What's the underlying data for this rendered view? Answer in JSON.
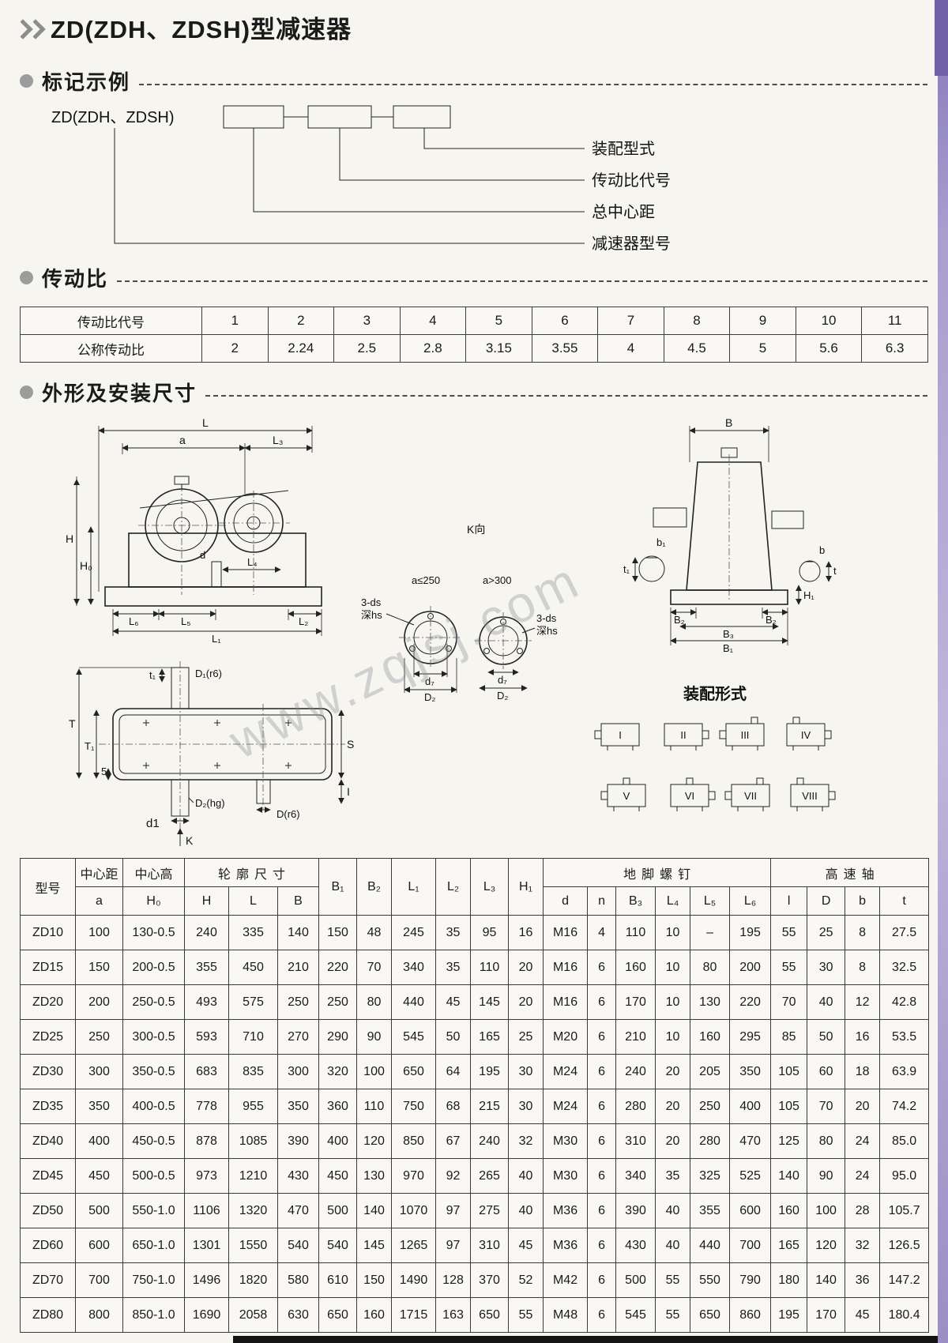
{
  "page": {
    "title": "ZD(ZDH、ZDSH)型减速器"
  },
  "sections": {
    "marking": "标记示例",
    "ratio": "传动比",
    "dimensions": "外形及安装尺寸"
  },
  "marking": {
    "model_text": "ZD(ZDH、ZDSH)",
    "callout_assembly": "装配型式",
    "callout_ratio_code": "传动比代号",
    "callout_center_distance": "总中心距",
    "callout_model": "减速器型号"
  },
  "ratio_table": {
    "row1_label": "传动比代号",
    "row2_label": "公称传动比",
    "codes": [
      "1",
      "2",
      "3",
      "4",
      "5",
      "6",
      "7",
      "8",
      "9",
      "10",
      "11"
    ],
    "values": [
      "2",
      "2.24",
      "2.5",
      "2.8",
      "3.15",
      "3.55",
      "4",
      "4.5",
      "5",
      "5.6",
      "6.3"
    ]
  },
  "drawings": {
    "front": {
      "L": "L",
      "a": "a",
      "L3": "L₃",
      "H": "H",
      "H0": "H₀",
      "d": "d",
      "L4": "L₄",
      "L6": "L₆",
      "L5": "L₅",
      "L2": "L₂",
      "L1": "L₁"
    },
    "side": {
      "B": "B",
      "b1": "b₁",
      "t1": "t₁",
      "b": "b",
      "t": "t",
      "H1": "H₁",
      "B2": "B₂",
      "B3": "B₃",
      "B1": "B₁"
    },
    "k": {
      "title": "K向",
      "cond1": "a≤250",
      "cond2": "a>300",
      "ds": "3-ds",
      "hs": "深hs",
      "d7": "d₇",
      "D2": "D₂"
    },
    "top": {
      "D1": "D₁(r6)",
      "t1": "t₁",
      "T": "T",
      "T1": "T₁",
      "n5": "5",
      "S": "S",
      "I": "I",
      "D2": "D₂(hg)",
      "d1": "d1",
      "D": "D(r6)",
      "K": "K"
    }
  },
  "assembly": {
    "heading": "装配形式",
    "forms": [
      "I",
      "II",
      "III",
      "IV",
      "V",
      "VI",
      "VII",
      "VIII"
    ]
  },
  "watermark": "www.zqjsj.com",
  "main_table": {
    "header": {
      "model": "型号",
      "center_distance": "中心距",
      "center_height": "中心高",
      "outline": "轮廓尺寸",
      "a": "a",
      "H0": "H₀",
      "H": "H",
      "L": "L",
      "B": "B",
      "B1": "B₁",
      "B2": "B₂",
      "L1": "L₁",
      "L2": "L₂",
      "L3": "L₃",
      "H1": "H₁",
      "anchor": "地脚螺钉",
      "anchor_cols": [
        "d",
        "n",
        "B₃",
        "L₄",
        "L₅",
        "L₆"
      ],
      "shaft": "高速轴",
      "shaft_cols": [
        "l",
        "D",
        "b",
        "t"
      ]
    },
    "rows": [
      [
        "ZD10",
        "100",
        "130-0.5",
        "240",
        "335",
        "140",
        "150",
        "48",
        "245",
        "35",
        "95",
        "16",
        "M16",
        "4",
        "110",
        "10",
        "–",
        "195",
        "55",
        "25",
        "8",
        "27.5"
      ],
      [
        "ZD15",
        "150",
        "200-0.5",
        "355",
        "450",
        "210",
        "220",
        "70",
        "340",
        "35",
        "110",
        "20",
        "M16",
        "6",
        "160",
        "10",
        "80",
        "200",
        "55",
        "30",
        "8",
        "32.5"
      ],
      [
        "ZD20",
        "200",
        "250-0.5",
        "493",
        "575",
        "250",
        "250",
        "80",
        "440",
        "45",
        "145",
        "20",
        "M16",
        "6",
        "170",
        "10",
        "130",
        "220",
        "70",
        "40",
        "12",
        "42.8"
      ],
      [
        "ZD25",
        "250",
        "300-0.5",
        "593",
        "710",
        "270",
        "290",
        "90",
        "545",
        "50",
        "165",
        "25",
        "M20",
        "6",
        "210",
        "10",
        "160",
        "295",
        "85",
        "50",
        "16",
        "53.5"
      ],
      [
        "ZD30",
        "300",
        "350-0.5",
        "683",
        "835",
        "300",
        "320",
        "100",
        "650",
        "64",
        "195",
        "30",
        "M24",
        "6",
        "240",
        "20",
        "205",
        "350",
        "105",
        "60",
        "18",
        "63.9"
      ],
      [
        "ZD35",
        "350",
        "400-0.5",
        "778",
        "955",
        "350",
        "360",
        "110",
        "750",
        "68",
        "215",
        "30",
        "M24",
        "6",
        "280",
        "20",
        "250",
        "400",
        "105",
        "70",
        "20",
        "74.2"
      ],
      [
        "ZD40",
        "400",
        "450-0.5",
        "878",
        "1085",
        "390",
        "400",
        "120",
        "850",
        "67",
        "240",
        "32",
        "M30",
        "6",
        "310",
        "20",
        "280",
        "470",
        "125",
        "80",
        "24",
        "85.0"
      ],
      [
        "ZD45",
        "450",
        "500-0.5",
        "973",
        "1210",
        "430",
        "450",
        "130",
        "970",
        "92",
        "265",
        "40",
        "M30",
        "6",
        "340",
        "35",
        "325",
        "525",
        "140",
        "90",
        "24",
        "95.0"
      ],
      [
        "ZD50",
        "500",
        "550-1.0",
        "1106",
        "1320",
        "470",
        "500",
        "140",
        "1070",
        "97",
        "275",
        "40",
        "M36",
        "6",
        "390",
        "40",
        "355",
        "600",
        "160",
        "100",
        "28",
        "105.7"
      ],
      [
        "ZD60",
        "600",
        "650-1.0",
        "1301",
        "1550",
        "540",
        "540",
        "145",
        "1265",
        "97",
        "310",
        "45",
        "M36",
        "6",
        "430",
        "40",
        "440",
        "700",
        "165",
        "120",
        "32",
        "126.5"
      ],
      [
        "ZD70",
        "700",
        "750-1.0",
        "1496",
        "1820",
        "580",
        "610",
        "150",
        "1490",
        "128",
        "370",
        "52",
        "M42",
        "6",
        "500",
        "55",
        "550",
        "790",
        "180",
        "140",
        "36",
        "147.2"
      ],
      [
        "ZD80",
        "800",
        "850-1.0",
        "1690",
        "2058",
        "630",
        "650",
        "160",
        "1715",
        "163",
        "650",
        "55",
        "M48",
        "6",
        "545",
        "55",
        "650",
        "860",
        "195",
        "170",
        "45",
        "180.4"
      ]
    ]
  }
}
